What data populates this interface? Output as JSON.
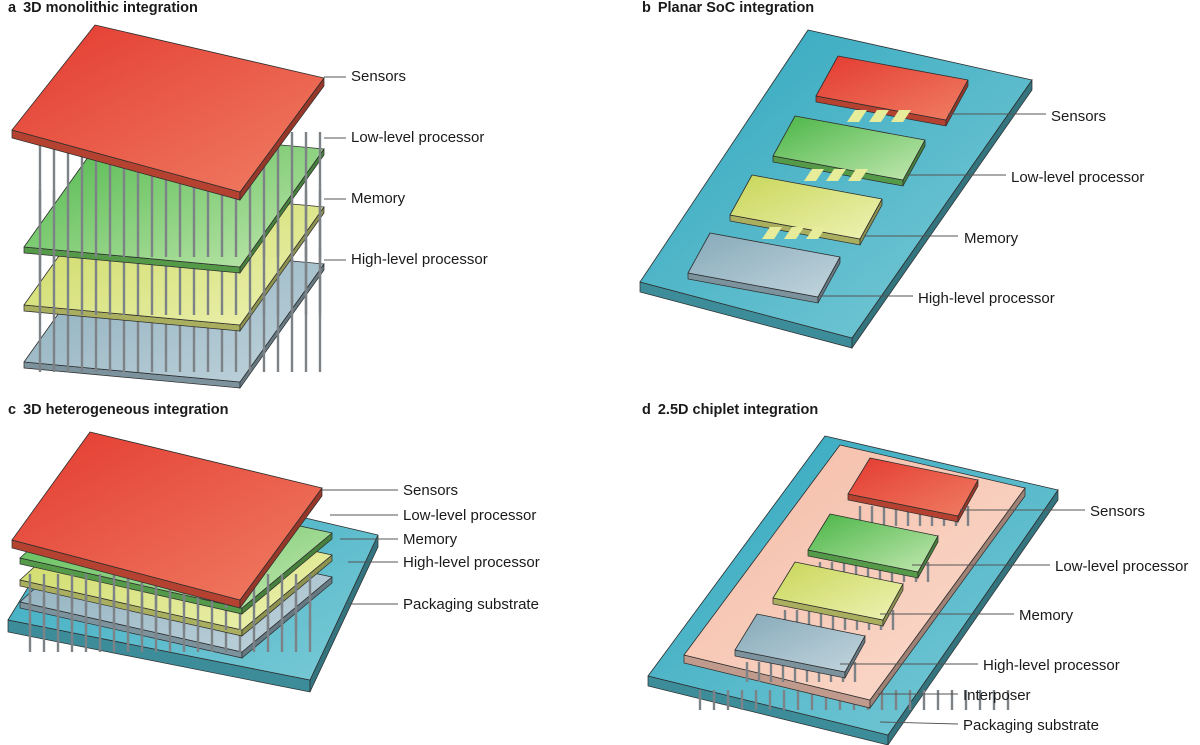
{
  "panels": [
    {
      "letter": "a",
      "title": "3D monolithic integration",
      "labels": [
        "Sensors",
        "Low-level processor",
        "Memory",
        "High-level processor"
      ]
    },
    {
      "letter": "b",
      "title": "Planar SoC integration",
      "labels": [
        "Sensors",
        "Low-level processor",
        "Memory",
        "High-level processor"
      ]
    },
    {
      "letter": "c",
      "title": "3D heterogeneous integration",
      "labels": [
        "Sensors",
        "Low-level processor",
        "Memory",
        "High-level processor",
        "Packaging substrate"
      ]
    },
    {
      "letter": "d",
      "title": "2.5D chiplet integration",
      "labels": [
        "Sensors",
        "Low-level processor",
        "Memory",
        "High-level processor",
        "Interposer",
        "Packaging substrate"
      ]
    }
  ],
  "colors": {
    "sensors": "#e8553f",
    "low_level_processor": "#6cc55d",
    "memory": "#d9e07a",
    "high_level_processor": "#9fbccb",
    "packaging_substrate": "#4eb3c4",
    "interposer": "#f6c6b4",
    "pillar": "#7d8287"
  }
}
